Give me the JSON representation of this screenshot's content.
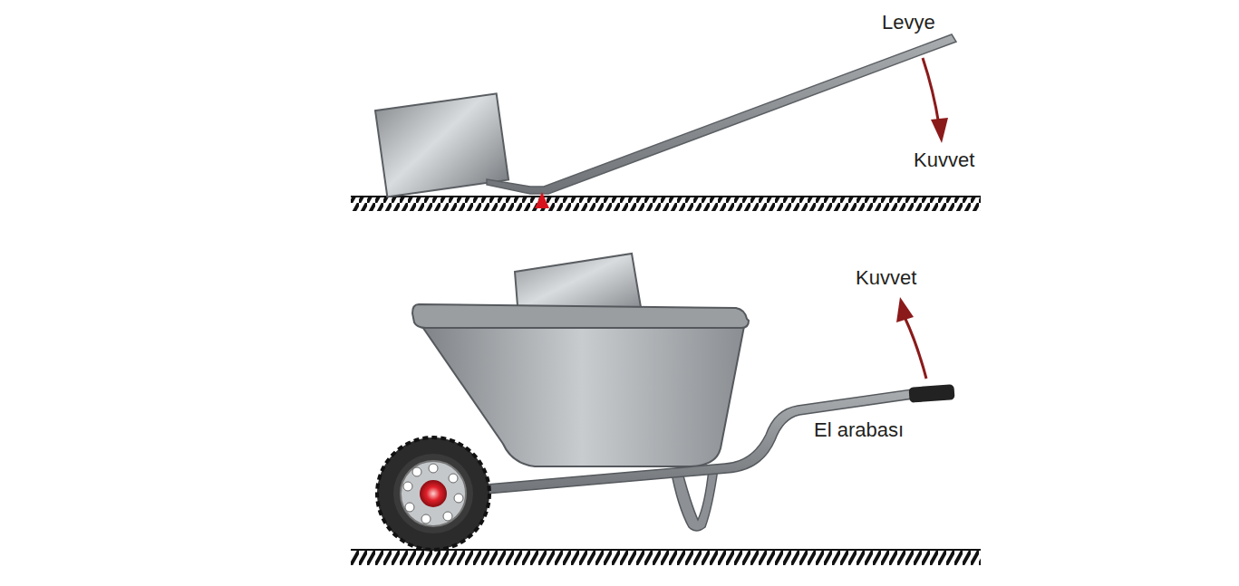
{
  "diagram": {
    "labels": [
      "Levye",
      "Kuvvet",
      "Kuvvet",
      "El arabası"
    ]
  }
}
